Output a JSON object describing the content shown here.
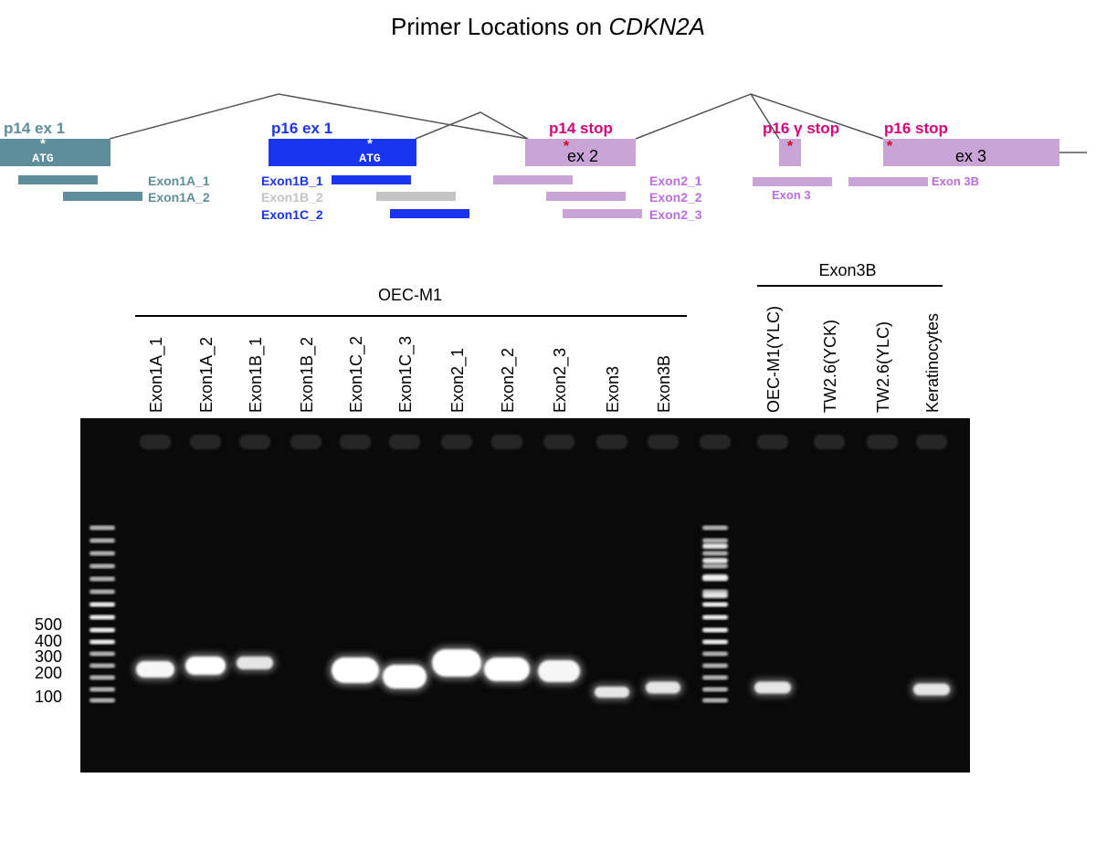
{
  "title": {
    "prefix": "Primer Locations on ",
    "gene": "CDKN2A"
  },
  "colors": {
    "exon1a": "#5e8e9b",
    "p16": "#1a35ef",
    "exon2": "#c9a4d6",
    "grey": "#c3c3c3",
    "stop": "#d6007a",
    "text2": "#bb6de0",
    "gel": "#0a0a0a"
  },
  "labels": {
    "p14ex1": "p14 ex 1",
    "p16ex1": "p16 ex 1",
    "p14stop": "p14 stop",
    "p16gstop": "p16 γ stop",
    "p16stop": "p16 stop",
    "ex2": "ex 2",
    "ex3": "ex 3",
    "atg": "ATG",
    "star": "*"
  },
  "primers": {
    "exon1a_1": "Exon1A_1",
    "exon1a_2": "Exon1A_2",
    "exon1b_1": "Exon1B_1",
    "exon1b_2": "Exon1B_2",
    "exon1c_2": "Exon1C_2",
    "exon2_1": "Exon2_1",
    "exon2_2": "Exon2_2",
    "exon2_3": "Exon2_3",
    "exon3": "Exon 3",
    "exon3b": "Exon 3B"
  },
  "groups": {
    "oec": "OEC-M1",
    "exon3b": "Exon3B"
  },
  "lanes": [
    "Exon1A_1",
    "Exon1A_2",
    "Exon1B_1",
    "Exon1B_2",
    "Exon1C_2",
    "Exon1C_3",
    "Exon2_1",
    "Exon2_2",
    "Exon2_3",
    "Exon3",
    "Exon3B",
    "OEC-M1(YLC)",
    "TW2.6(YCK)",
    "TW2.6(YLC)",
    "Keratinocytes"
  ],
  "ladder": [
    "500",
    "400",
    "300",
    "200",
    "100"
  ],
  "bands": [
    {
      "lane": "Exon1A_1",
      "intensity": 0.95
    },
    {
      "lane": "Exon1A_2",
      "intensity": 1.0
    },
    {
      "lane": "Exon1B_1",
      "intensity": 0.85
    },
    {
      "lane": "Exon1C_2",
      "intensity": 1.0
    },
    {
      "lane": "Exon1C_3",
      "intensity": 1.0
    },
    {
      "lane": "Exon2_1",
      "intensity": 1.0
    },
    {
      "lane": "Exon2_2",
      "intensity": 1.0
    },
    {
      "lane": "Exon2_3",
      "intensity": 0.95
    },
    {
      "lane": "Exon3",
      "intensity": 0.85
    },
    {
      "lane": "Exon3B",
      "intensity": 0.85
    },
    {
      "lane": "OEC-M1(YLC)",
      "intensity": 0.85
    },
    {
      "lane": "Keratinocytes",
      "intensity": 0.85
    }
  ]
}
